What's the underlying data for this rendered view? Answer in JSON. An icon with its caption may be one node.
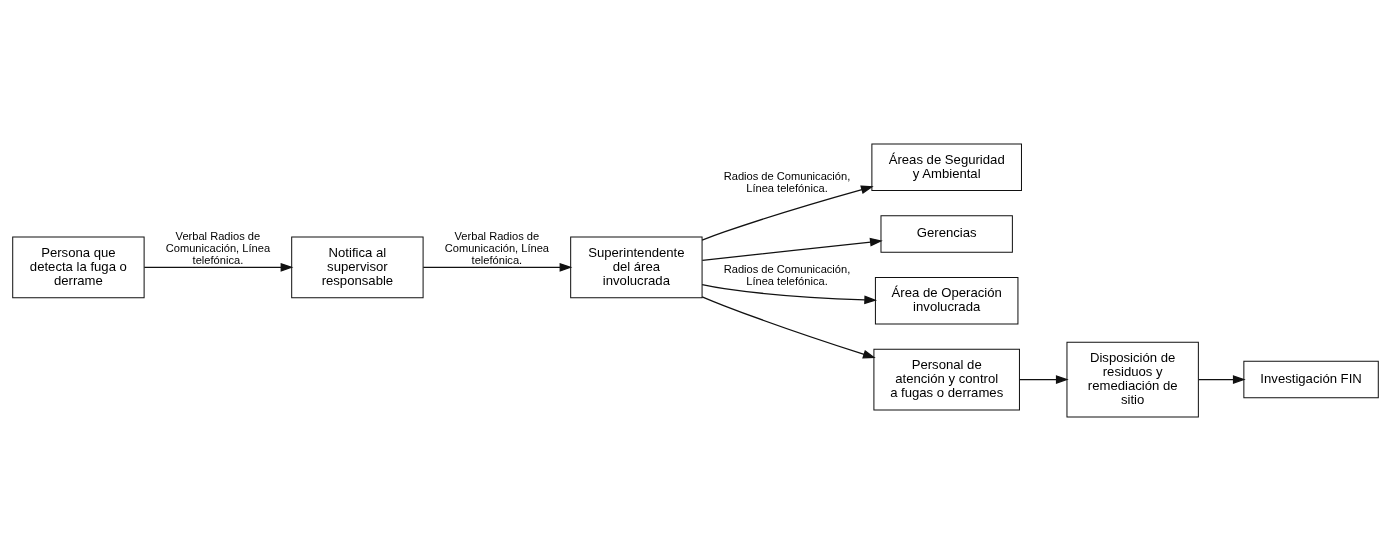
{
  "diagram": {
    "nodes": [
      {
        "text": [
          "Persona que detecta la fuga o derrame"
        ]
      },
      {
        "text": [
          "Notifica al supervisor responsable"
        ]
      },
      {
        "text": [
          "Superintendente del área involucrada"
        ]
      },
      {
        "text": [
          "Áreas de Seguridad y Ambiental"
        ]
      },
      {
        "text": [
          "Gerencias"
        ]
      },
      {
        "text": [
          "Área de Operación involucrada"
        ]
      },
      {
        "text": [
          "Personal de atención y control a fugas o derrames"
        ]
      },
      {
        "text": [
          "Disposición de residuos y remediación de sitio"
        ]
      },
      {
        "text": [
          "Investigación FIN"
        ]
      }
    ],
    "edges": [
      {
        "from": 0,
        "to": 1,
        "arrow": "to",
        "label": "Verbal Radios de Comunicación, Línea telefónica."
      },
      {
        "from": 1,
        "to": 2,
        "arrow": "to",
        "label": "Verbal Radios de Comunicación, Línea telefónica."
      },
      {
        "from": 2,
        "to": 3,
        "arrow": "to",
        "label": "Radios de Comunicación, Línea telefónica."
      },
      {
        "from": 2,
        "to": 4,
        "arrow": "to"
      },
      {
        "from": 2,
        "to": 5,
        "arrow": "to",
        "label": "Radios de Comunicación, Línea telefónica."
      },
      {
        "from": 2,
        "to": 6,
        "arrow": "to"
      },
      {
        "from": 6,
        "to": 7,
        "arrow": "to"
      },
      {
        "from": 7,
        "to": 8,
        "arrow": "to"
      }
    ]
  }
}
